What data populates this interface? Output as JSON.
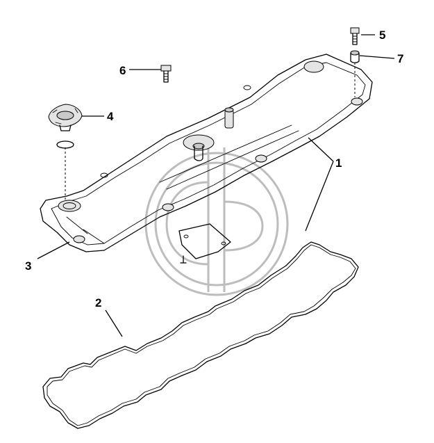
{
  "callouts": [
    {
      "id": "1",
      "label": "1",
      "part": "valve-cover"
    },
    {
      "id": "2",
      "label": "2",
      "part": "valve-cover-gasket"
    },
    {
      "id": "3",
      "label": "3",
      "part": "cover-mounting-foot"
    },
    {
      "id": "4",
      "label": "4",
      "part": "oil-filler-cap"
    },
    {
      "id": "5",
      "label": "5",
      "part": "bolt"
    },
    {
      "id": "6",
      "label": "6",
      "part": "bolt"
    },
    {
      "id": "7",
      "label": "7",
      "part": "spacer-sleeve"
    }
  ],
  "colors": {
    "line": "#000000",
    "shade": "#c9c9c9",
    "watermark": "#bdbdbd",
    "background": "#ffffff"
  },
  "watermark_icon": "circular-logo-watermark"
}
